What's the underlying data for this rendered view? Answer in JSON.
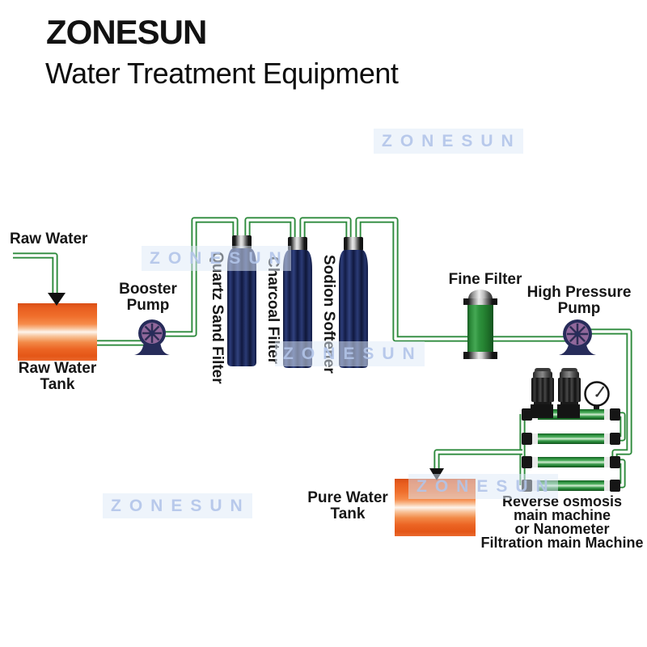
{
  "header": {
    "brand": "ZONESUN",
    "subtitle": "Water Treatment Equipment"
  },
  "watermark": {
    "text": "ZONESUN"
  },
  "labels": {
    "raw_water": "Raw Water",
    "raw_water_tank": "Raw Water\nTank",
    "booster_pump": "Booster\nPump",
    "quartz_sand_filter": "Quartz Sand Filter",
    "charcoal_filter": "Charcoal Filter",
    "sodion_softener": "Sodion Softener",
    "fine_filter": "Fine Filter",
    "high_pressure_pump": "High Pressure\nPump",
    "pure_water_tank": "Pure Water\nTank",
    "ro_machine": "Reverse osmosis\nmain machine\nor Nanometer\nFiltration main Machine"
  },
  "colors": {
    "pipe_green": "#2e8b3d",
    "tank_orange": "#ea6426",
    "filter_navy": "#1c2858",
    "fine_filter_green": "#2e8f3c",
    "tube_green": "#2f9140",
    "pump_purple": "#91689c",
    "pump_navy": "#272c5a",
    "watermark_blue": "#b5c7ea",
    "text_dark": "#161616"
  }
}
